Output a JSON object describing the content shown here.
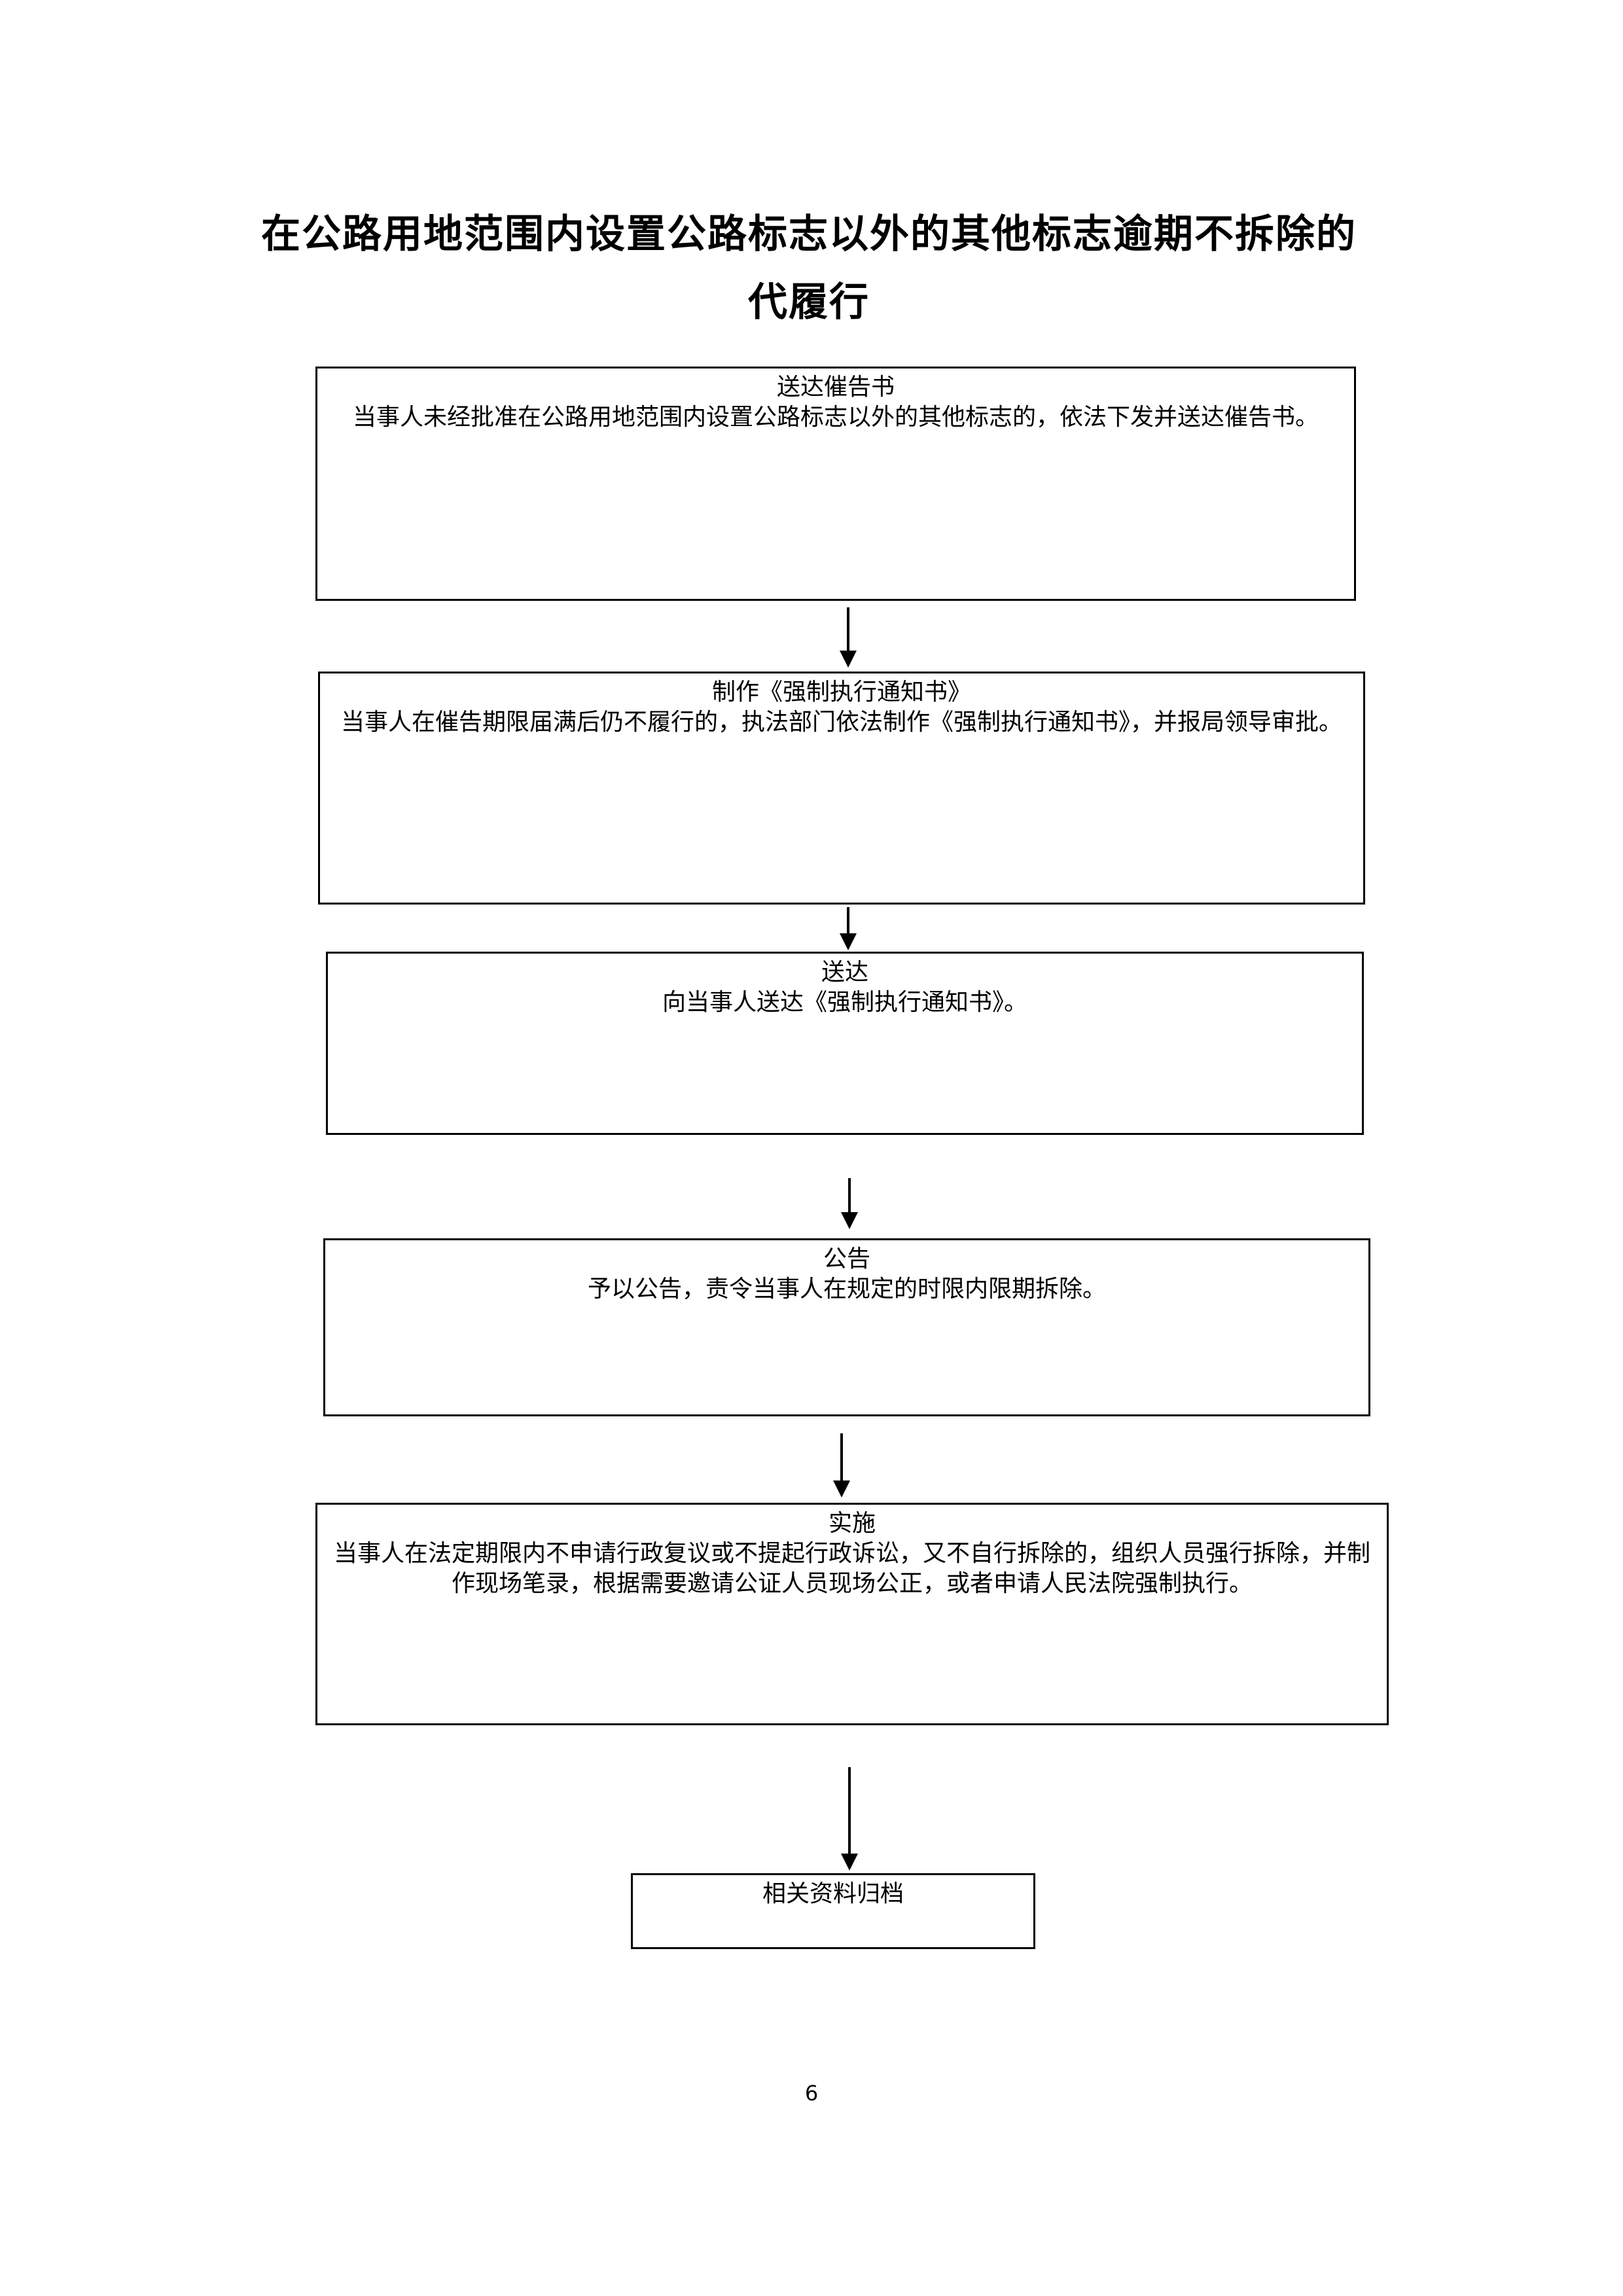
{
  "document": {
    "title_line1": "在公路用地范围内设置公路标志以外的其他标志逾期不拆除的",
    "title_line2": "代履行",
    "page_number": "6"
  },
  "flowchart": {
    "steps": [
      {
        "title": "送达催告书",
        "text": "当事人未经批准在公路用地范围内设置公路标志以外的其他标志的，依法下发并送达催告书。"
      },
      {
        "title": "制作《强制执行通知书》",
        "text": "当事人在催告期限届满后仍不履行的，执法部门依法制作《强制执行通知书》，并报局领导审批。"
      },
      {
        "title": "送达",
        "text": "向当事人送达《强制执行通知书》。"
      },
      {
        "title": "公告",
        "text": "予以公告，责令当事人在规定的时限内限期拆除。"
      },
      {
        "title": "实施",
        "text": "当事人在法定期限内不申请行政复议或不提起行政诉讼，又不自行拆除的，组织人员强行拆除，并制作现场笔录，根据需要邀请公证人员现场公正，或者申请人民法院强制执行。"
      },
      {
        "title": "相关资料归档",
        "text": ""
      }
    ]
  }
}
